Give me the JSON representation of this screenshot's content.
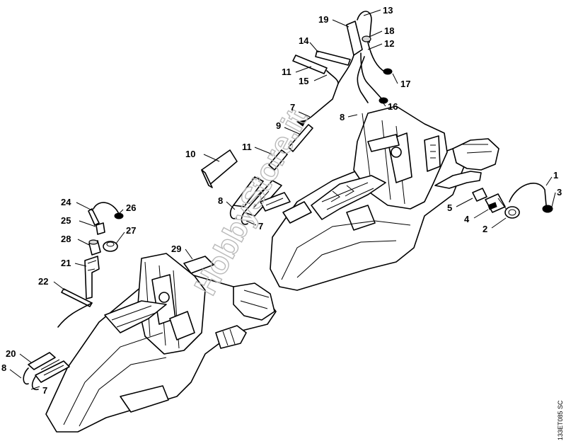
{
  "diagram": {
    "drawing_code": "133ET085 SC",
    "watermark": "HobbyStore.it",
    "callouts": [
      {
        "id": "c13",
        "text": "13"
      },
      {
        "id": "c19",
        "text": "19"
      },
      {
        "id": "c18",
        "text": "18"
      },
      {
        "id": "c14",
        "text": "14"
      },
      {
        "id": "c12",
        "text": "12"
      },
      {
        "id": "c11a",
        "text": "11"
      },
      {
        "id": "c15",
        "text": "15"
      },
      {
        "id": "c17",
        "text": "17"
      },
      {
        "id": "c7a",
        "text": "7"
      },
      {
        "id": "c16",
        "text": "16"
      },
      {
        "id": "c8a",
        "text": "8"
      },
      {
        "id": "c9",
        "text": "9"
      },
      {
        "id": "c10",
        "text": "10"
      },
      {
        "id": "c11b",
        "text": "11"
      },
      {
        "id": "c1",
        "text": "1"
      },
      {
        "id": "c3",
        "text": "3"
      },
      {
        "id": "c5",
        "text": "5"
      },
      {
        "id": "c4",
        "text": "4"
      },
      {
        "id": "c2",
        "text": "2"
      },
      {
        "id": "c8b",
        "text": "8"
      },
      {
        "id": "c7b",
        "text": "7"
      },
      {
        "id": "c24",
        "text": "24"
      },
      {
        "id": "c26",
        "text": "26"
      },
      {
        "id": "c25",
        "text": "25"
      },
      {
        "id": "c27",
        "text": "27"
      },
      {
        "id": "c28",
        "text": "28"
      },
      {
        "id": "c29",
        "text": "29"
      },
      {
        "id": "c21",
        "text": "21"
      },
      {
        "id": "c22",
        "text": "22"
      },
      {
        "id": "c20",
        "text": "20"
      },
      {
        "id": "c8c",
        "text": "8"
      },
      {
        "id": "c7c",
        "text": "7"
      }
    ]
  }
}
